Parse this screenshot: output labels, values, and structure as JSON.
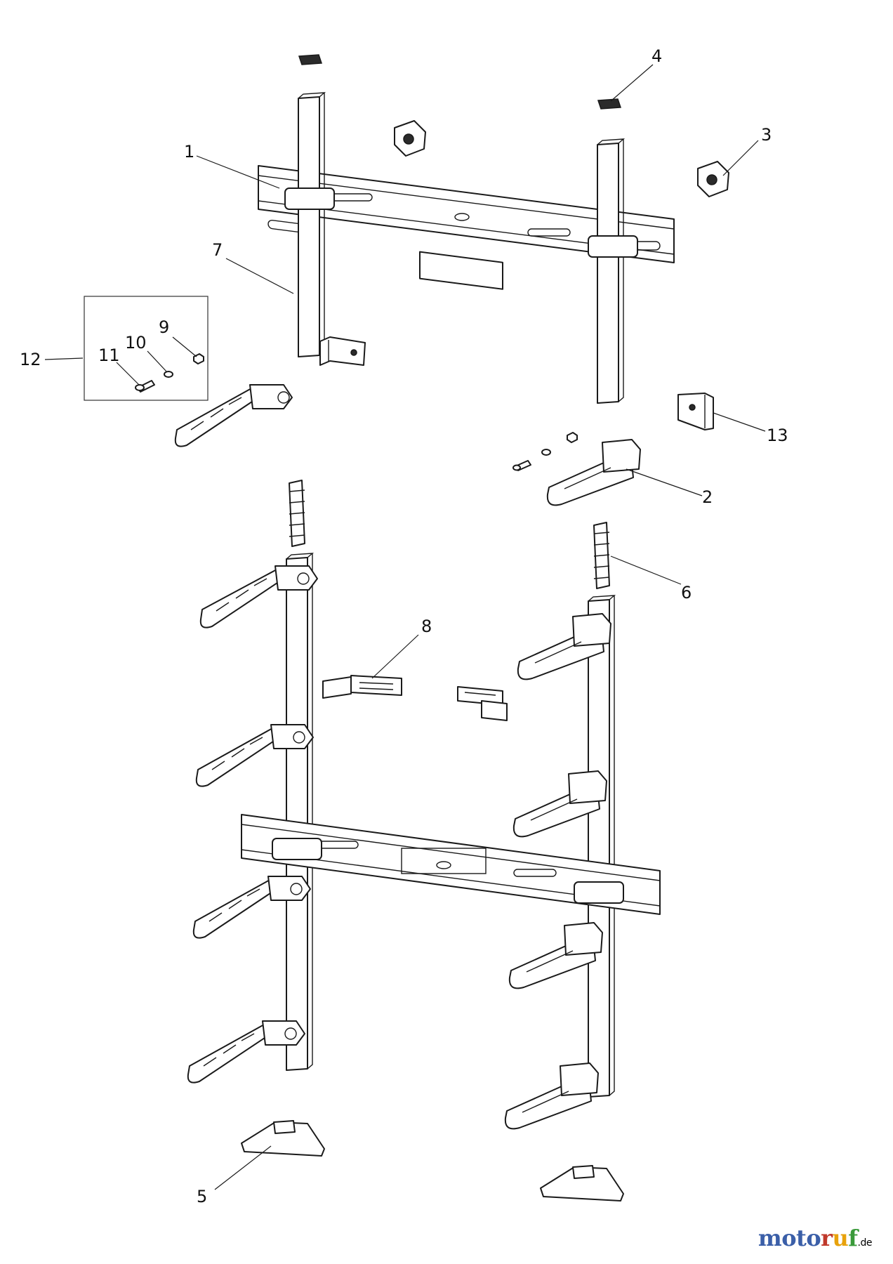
{
  "callouts": {
    "c1": "1",
    "c2": "2",
    "c3": "3",
    "c4": "4",
    "c5": "5",
    "c6": "6",
    "c7": "7",
    "c8": "8",
    "c9": "9",
    "c10": "10",
    "c11": "11",
    "c12": "12",
    "c13": "13"
  },
  "watermark": {
    "letters": [
      "m",
      "o",
      "t",
      "o",
      "r",
      "u",
      "f"
    ],
    "letter_colors": [
      "#3b5fa8",
      "#3b5fa8",
      "#3b5fa8",
      "#3b5fa8",
      "#c0392b",
      "#e8a20c",
      "#3a9a3a"
    ],
    "suffix": ".de"
  }
}
